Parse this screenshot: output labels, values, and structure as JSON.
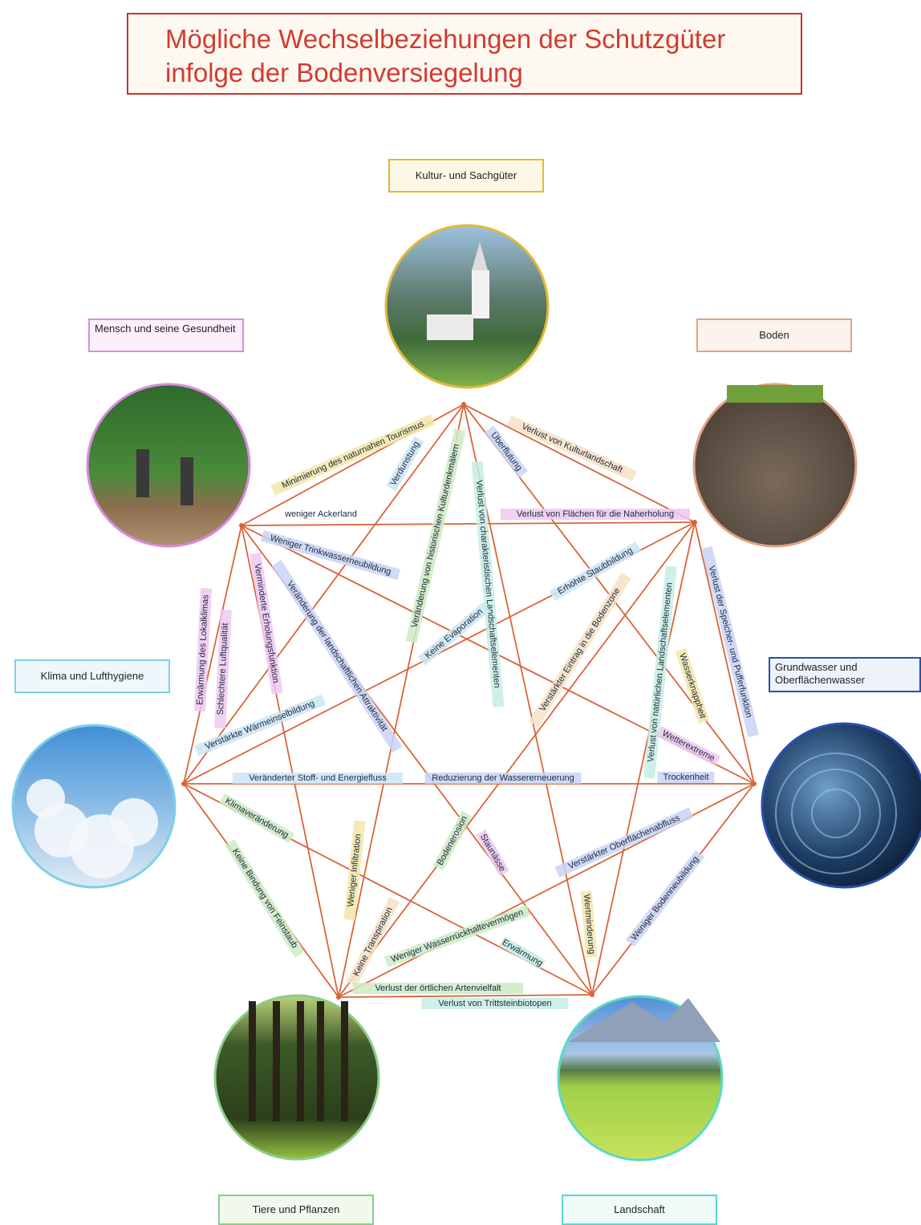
{
  "title": {
    "line1": "Mögliche Wechselbeziehungen der Schutzgüter",
    "line2": "infolge der Bodenversiegelung"
  },
  "nodes": [
    {
      "id": "kultur",
      "label": "Kultur- und Sachgüter",
      "color": "#e2b93a",
      "bg": "#fdf8e6",
      "photo": "church-mountain-photo"
    },
    {
      "id": "boden",
      "label": "Boden",
      "color": "#e0a282",
      "bg": "#fdf3ee",
      "photo": "soil-photo"
    },
    {
      "id": "wasser",
      "label": "Grundwasser und Oberflächenwasser",
      "color": "#2a4fb0",
      "bg": "#eef2fb",
      "photo": "water-photo"
    },
    {
      "id": "landschaft",
      "label": "Landschaft",
      "color": "#5ad9c8",
      "bg": "#eefbf8",
      "photo": "meadow-photo"
    },
    {
      "id": "tiere",
      "label": "Tiere und Pflanzen",
      "color": "#8ccd8a",
      "bg": "#f1f9ef",
      "photo": "forest-photo"
    },
    {
      "id": "klima",
      "label": "Klima und Lufthygiene",
      "color": "#7fcfe8",
      "bg": "#eef8fc",
      "photo": "sky-photo"
    },
    {
      "id": "mensch",
      "label": "Mensch und seine Gesundheit",
      "color": "#d98be0",
      "bg": "#fbf0fb",
      "photo": "hikers-photo"
    }
  ],
  "edge_labels": [
    {
      "text": "Minimierung des naturnahen Tourismus",
      "color": "#f3e6a8"
    },
    {
      "text": "Verlust von Kulturlandschaft",
      "color": "#f7e0c4"
    },
    {
      "text": "Überflutung",
      "color": "#c9d3f5"
    },
    {
      "text": "weniger Ackerland",
      "color": "#ffffff"
    },
    {
      "text": "Verlust von Flächen für die Naherholung",
      "color": "#efc8f0"
    },
    {
      "text": "Verdunstung",
      "color": "#cbe5f3"
    },
    {
      "text": "Veränderung von historischen Kulturdenkmälern",
      "color": "#cdebc4"
    },
    {
      "text": "Verlust von charakteristischen Landschaftselementen",
      "color": "#c7ede3"
    },
    {
      "text": "Weniger Trinkwasserneubildung",
      "color": "#c9d3f5"
    },
    {
      "text": "Veränderung der landschaftlichen Attraktivität",
      "color": "#c9d3f5"
    },
    {
      "text": "Verminderte Erholungsfunktion",
      "color": "#efc8f0"
    },
    {
      "text": "Erhöhte Staubbildung",
      "color": "#cbe5f3"
    },
    {
      "text": "Keine Evaporation",
      "color": "#cbe5f3"
    },
    {
      "text": "Verlust der Speicher- und Pufferfunktion",
      "color": "#c9d3f5"
    },
    {
      "text": "Erwärmung des Lokalklimas",
      "color": "#efc8f0"
    },
    {
      "text": "Schlechtere Luftqualität",
      "color": "#efc8f0"
    },
    {
      "text": "Verstärkte Wärmeinselbildung",
      "color": "#cbe5f3"
    },
    {
      "text": "Verstärkter Eintrag in die Bodenzone",
      "color": "#f7e0c4"
    },
    {
      "text": "Verlust von natürlichen Landschaftselementen",
      "color": "#c7ede3"
    },
    {
      "text": "Wasserknappheit",
      "color": "#f3e6a8"
    },
    {
      "text": "Wetterextreme",
      "color": "#efc8f0"
    },
    {
      "text": "Veränderter Stoff- und Energiefluss",
      "color": "#cbe5f3"
    },
    {
      "text": "Reduzierung der Wassererneuerung",
      "color": "#c9d3f5"
    },
    {
      "text": "Trockenheit",
      "color": "#c9d3f5"
    },
    {
      "text": "Klimaveränderung",
      "color": "#cdebc4"
    },
    {
      "text": "Keine Bindung von Feinstaub",
      "color": "#cdebc4"
    },
    {
      "text": "Weniger Infiltration",
      "color": "#f3e6a8"
    },
    {
      "text": "Bodenerosion",
      "color": "#cdebc4"
    },
    {
      "text": "Staunässe",
      "color": "#efc8f0"
    },
    {
      "text": "Verstärkter Oberflächenabfluss",
      "color": "#c9d3f5"
    },
    {
      "text": "Weniger Bodenneubildung",
      "color": "#c9d3f5"
    },
    {
      "text": "Keine Transpiration",
      "color": "#f7e0c4"
    },
    {
      "text": "Weniger Wasserrückhaltevermögen",
      "color": "#cdebc4"
    },
    {
      "text": "Erwärmung",
      "color": "#c7ede3"
    },
    {
      "text": "Wertminderung",
      "color": "#f3e6a8"
    },
    {
      "text": "Verlust der örtlichen Artenvielfalt",
      "color": "#cdebc4"
    },
    {
      "text": "Verlust von Trittsteinbiotopen",
      "color": "#c7ede3"
    }
  ]
}
